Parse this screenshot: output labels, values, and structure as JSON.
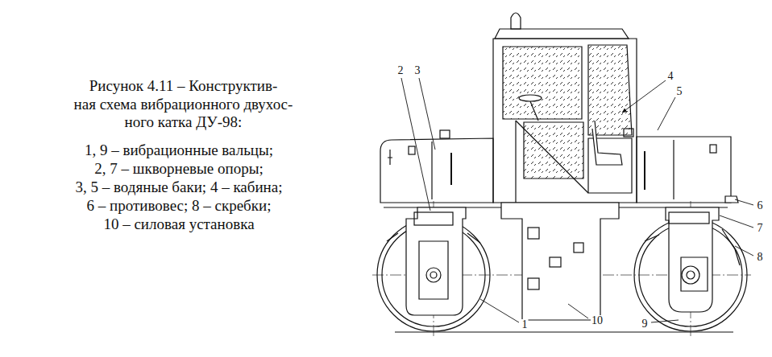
{
  "diagram": {
    "caption": "Рисунок 4.11 – Конструктив- ная схема вибрационного двухос- ного катка ДУ-98:",
    "labels": [
      "1, 9 – вибрационные вальцы;",
      "2, 7 – шкворневые опоры;",
      "3, 5 – водяные баки; 4 – кабина;",
      "6 – противовес; 8 – скребки;",
      "10 – силовая установка",
      "2",
      "3",
      "4",
      "5",
      "6",
      "7",
      "8",
      "9",
      "10",
      "1"
    ]
  }
}
